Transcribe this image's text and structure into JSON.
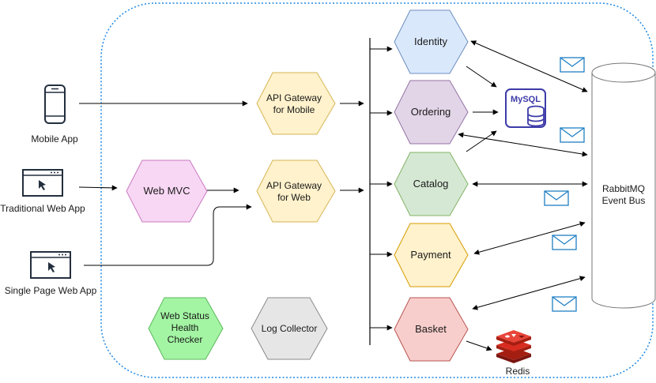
{
  "clients": {
    "mobile": "Mobile App",
    "traditional": "Traditional Web App",
    "spa": "Single Page Web App"
  },
  "web_mvc": "Web MVC",
  "gateways": {
    "mobile": [
      "API Gateway",
      "for Mobile"
    ],
    "web": [
      "API Gateway",
      "for Web"
    ]
  },
  "services": {
    "identity": "Identity",
    "ordering": "Ordering",
    "catalog": "Catalog",
    "payment": "Payment",
    "basket": "Basket"
  },
  "status_checker": [
    "Web Status",
    "Health",
    "Checker"
  ],
  "log_collector": "Log Collector",
  "mysql": "MySQL",
  "redis": "Redis",
  "event_bus": [
    "RabbitMQ",
    "Event Bus"
  ],
  "colors": {
    "boundary": "#1e88e5",
    "mvc_fill": "#f8d7f4",
    "mvc_stroke": "#c879c0",
    "gateway_fill": "#fff2cc",
    "gateway_stroke": "#d6b656",
    "identity_fill": "#dae8fc",
    "identity_stroke": "#6c8ebf",
    "ordering_fill": "#e1d5e7",
    "ordering_stroke": "#9673a6",
    "catalog_fill": "#d5e8d4",
    "catalog_stroke": "#82b366",
    "payment_fill": "#fff2cc",
    "payment_stroke": "#d79b00",
    "basket_fill": "#f8cecc",
    "basket_stroke": "#b85450",
    "status_fill": "#a3f5a3",
    "status_stroke": "#5cb85c",
    "log_fill": "#e6e6e6",
    "log_stroke": "#8a8a8a",
    "mysql": "#3d3ba8",
    "redis": "#d82c20",
    "envelope": "#1f7fc4"
  },
  "icons": [
    "mobile-phone-icon",
    "browser-window-icon",
    "mysql-database-icon",
    "redis-icon",
    "envelope-icon"
  ]
}
